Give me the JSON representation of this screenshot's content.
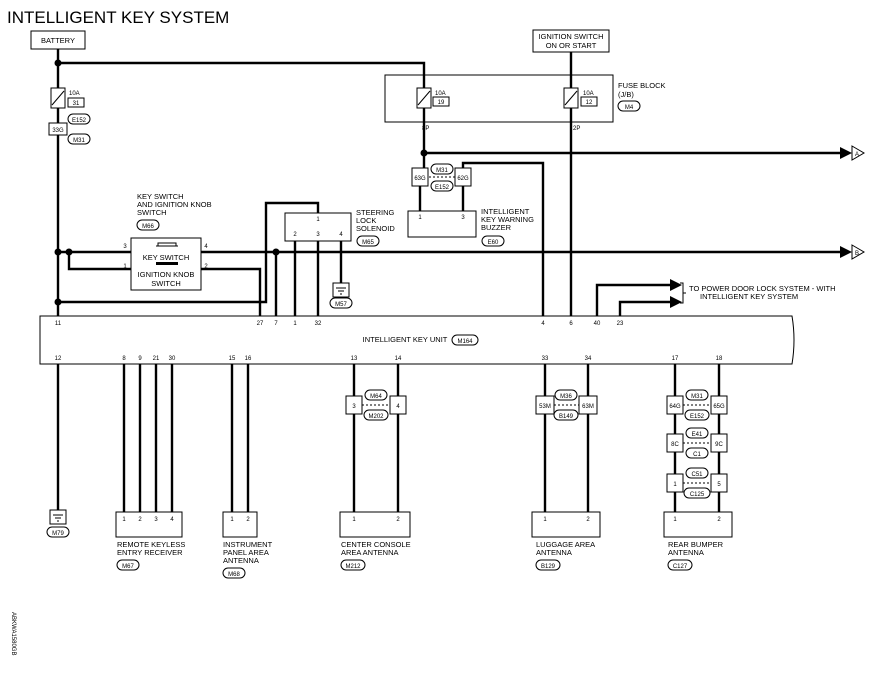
{
  "title": "INTELLIGENT KEY SYSTEM",
  "side_code": "ABKWA1580GB",
  "battery": "BATTERY",
  "ign": {
    "line1": "IGNITION SWITCH",
    "line2": "ON OR START"
  },
  "fuse_block": {
    "line1": "FUSE BLOCK",
    "line2": "(J/B)",
    "conn": "M4"
  },
  "fuses": [
    {
      "amp": "10A",
      "num": "31"
    },
    {
      "amp": "10A",
      "num": "19"
    },
    {
      "amp": "10A",
      "num": "12"
    }
  ],
  "conn_labels": {
    "e152": "E152",
    "m31": "M31",
    "c33g": "33G",
    "p8": "8P",
    "p2": "2P"
  },
  "junction": {
    "top": "M31",
    "bottom": "E152",
    "left": "63G",
    "right": "62G"
  },
  "key_switch": {
    "title": [
      "KEY SWITCH",
      "AND IGNITION KNOB",
      "SWITCH"
    ],
    "conn": "M66",
    "label1": "KEY SWITCH",
    "label2": [
      "IGNITION KNOB",
      "SWITCH"
    ],
    "pins": [
      "3",
      "4",
      "1",
      "2"
    ]
  },
  "steering": {
    "title": [
      "STEERING",
      "LOCK",
      "SOLENOID"
    ],
    "conn": "M65",
    "pins": [
      "1",
      "2",
      "3",
      "4"
    ],
    "ground": "M57"
  },
  "buzzer": {
    "title": [
      "INTELLIGENT",
      "KEY WARNING",
      "BUZZER"
    ],
    "conn": "E60",
    "pins": [
      "1",
      "3"
    ]
  },
  "arrows": {
    "a": "A",
    "b": "B"
  },
  "power_door": [
    "TO POWER DOOR LOCK SYSTEM - WITH",
    "INTELLIGENT KEY SYSTEM"
  ],
  "unit": {
    "label": "INTELLIGENT KEY UNIT",
    "conn": "M164",
    "top_pins": [
      "11",
      "27",
      "7",
      "1",
      "32",
      "4",
      "6",
      "40",
      "23"
    ],
    "bottom_pins": [
      "12",
      "8",
      "9",
      "21",
      "30",
      "15",
      "16",
      "13",
      "14",
      "33",
      "34",
      "17",
      "18"
    ]
  },
  "ground_m79": "M79",
  "rke": {
    "title": [
      "REMOTE KEYLESS",
      "ENTRY RECEIVER"
    ],
    "conn": "M67",
    "pins": [
      "1",
      "2",
      "3",
      "4"
    ]
  },
  "ipa": {
    "title": [
      "INSTRUMENT",
      "PANEL AREA",
      "ANTENNA"
    ],
    "conn": "M68",
    "pins": [
      "1",
      "2"
    ]
  },
  "cca": {
    "title": [
      "CENTER CONSOLE",
      "AREA ANTENNA"
    ],
    "conn": "M212",
    "pins": [
      "1",
      "2"
    ],
    "j_top": "M64",
    "j_bottom": "M202",
    "j_left": "3",
    "j_right": "4"
  },
  "lua": {
    "title": [
      "LUGGAGE AREA",
      "ANTENNA"
    ],
    "conn": "B129",
    "pins": [
      "1",
      "2"
    ],
    "j_top": "M36",
    "j_bottom": "B149",
    "j_left": "53M",
    "j_right": "63M"
  },
  "rba": {
    "title": [
      "REAR BUMPER",
      "ANTENNA"
    ],
    "conn": "C127",
    "pins": [
      "1",
      "2"
    ],
    "j1_top": "M31",
    "j1_bottom": "E152",
    "j1_left": "64G",
    "j1_right": "65G",
    "j2_top": "E41",
    "j2_bottom": "C1",
    "j2_left": "8C",
    "j2_right": "9C",
    "j3_top": "C51",
    "j3_bottom": "C125",
    "j3_left": "1",
    "j3_right": "5"
  }
}
